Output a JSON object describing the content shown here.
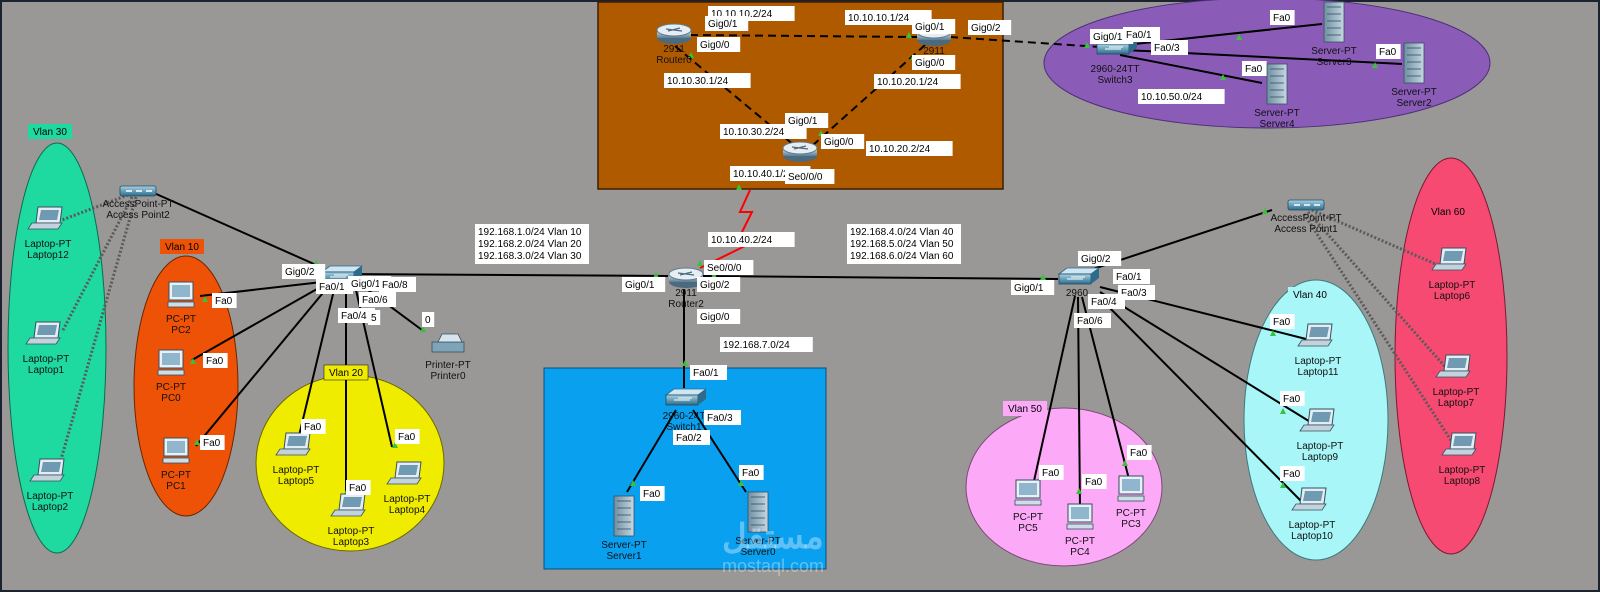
{
  "colors": {
    "canvas": "#9a9896",
    "router_zone": "#b05a00",
    "server_zone": "#0aa0f0",
    "vlan10": "#ee5206",
    "vlan20": "#f0ec00",
    "vlan30": "#1ed9a0",
    "vlan40": "#a8f6f8",
    "vlan50": "#fcaaf8",
    "vlan60": "#f74a72",
    "servers_purple": "#8a5cb8",
    "link": "#000000",
    "serial": "#ff0000"
  },
  "zones": [
    {
      "id": "vlan30",
      "label": "Vlan 30",
      "label_fill": "#1ed9a0"
    },
    {
      "id": "vlan10",
      "label": "Vlan 10",
      "label_fill": "#ee5206"
    },
    {
      "id": "vlan20",
      "label": "Vlan 20",
      "label_fill": "#f0ec00"
    },
    {
      "id": "vlan40",
      "label": "Vlan 40",
      "label_fill": "#a8f6f8"
    },
    {
      "id": "vlan50",
      "label": "Vlan 50",
      "label_fill": "#fcaaf8"
    },
    {
      "id": "vlan60",
      "label": "Vlan 60",
      "label_fill": "#f74a72"
    }
  ],
  "devices": [
    {
      "id": "router0",
      "kind": "router",
      "type": "2911",
      "name": "Router0"
    },
    {
      "id": "router1",
      "kind": "router",
      "type": "2911",
      "name": ""
    },
    {
      "id": "routerC",
      "kind": "router",
      "type": "",
      "name": ""
    },
    {
      "id": "router2",
      "kind": "router",
      "type": "2911",
      "name": "Router2"
    },
    {
      "id": "switch3",
      "kind": "switch",
      "type": "2960-24TT",
      "name": "Switch3"
    },
    {
      "id": "switchL",
      "kind": "switch",
      "type": "",
      "name": ""
    },
    {
      "id": "switchR",
      "kind": "switch",
      "type": "2960",
      "name": ""
    },
    {
      "id": "switch1",
      "kind": "switch",
      "type": "2960-24T",
      "name": "Switch1"
    },
    {
      "id": "ap2",
      "kind": "ap",
      "type": "AccessPoint-PT",
      "name": "Access Point2"
    },
    {
      "id": "ap1",
      "kind": "ap",
      "type": "AccessPoint-PT",
      "name": "Access Point1"
    },
    {
      "id": "server3",
      "kind": "server",
      "type": "Server-PT",
      "name": "Server3"
    },
    {
      "id": "server2",
      "kind": "server",
      "type": "Server-PT",
      "name": "Server2"
    },
    {
      "id": "server4",
      "kind": "server",
      "type": "Server-PT",
      "name": "Server4"
    },
    {
      "id": "server1",
      "kind": "server",
      "type": "Server-PT",
      "name": "Server1"
    },
    {
      "id": "server0",
      "kind": "server",
      "type": "Server-PT",
      "name": "Server0"
    },
    {
      "id": "printer0",
      "kind": "printer",
      "type": "Printer-PT",
      "name": "Printer0"
    },
    {
      "id": "pc2",
      "kind": "pc",
      "type": "PC-PT",
      "name": "PC2"
    },
    {
      "id": "pc0",
      "kind": "pc",
      "type": "PC-PT",
      "name": "PC0"
    },
    {
      "id": "pc1",
      "kind": "pc",
      "type": "PC-PT",
      "name": "PC1"
    },
    {
      "id": "pc5",
      "kind": "pc",
      "type": "PC-PT",
      "name": "PC5"
    },
    {
      "id": "pc4",
      "kind": "pc",
      "type": "PC-PT",
      "name": "PC4"
    },
    {
      "id": "pc3",
      "kind": "pc",
      "type": "PC-PT",
      "name": "PC3"
    },
    {
      "id": "laptop12",
      "kind": "laptop",
      "type": "Laptop-PT",
      "name": "Laptop12"
    },
    {
      "id": "laptop1",
      "kind": "laptop",
      "type": "Laptop-PT",
      "name": "Laptop1"
    },
    {
      "id": "laptop2",
      "kind": "laptop",
      "type": "Laptop-PT",
      "name": "Laptop2"
    },
    {
      "id": "laptop5",
      "kind": "laptop",
      "type": "Laptop-PT",
      "name": "Laptop5"
    },
    {
      "id": "laptop3",
      "kind": "laptop",
      "type": "Laptop-PT",
      "name": "Laptop3"
    },
    {
      "id": "laptop4",
      "kind": "laptop",
      "type": "Laptop-PT",
      "name": "Laptop4"
    },
    {
      "id": "laptop11",
      "kind": "laptop",
      "type": "Laptop-PT",
      "name": "Laptop11"
    },
    {
      "id": "laptop9",
      "kind": "laptop",
      "type": "Laptop-PT",
      "name": "Laptop9"
    },
    {
      "id": "laptop10",
      "kind": "laptop",
      "type": "Laptop-PT",
      "name": "Laptop10"
    },
    {
      "id": "laptop6",
      "kind": "laptop",
      "type": "Laptop-PT",
      "name": "Laptop6"
    },
    {
      "id": "laptop7",
      "kind": "laptop",
      "type": "Laptop-PT",
      "name": "Laptop7"
    },
    {
      "id": "laptop8",
      "kind": "laptop",
      "type": "Laptop-PT",
      "name": "Laptop8"
    }
  ],
  "port_labels": [
    "Gig0/1",
    "Gig0/0",
    "Gig0/1",
    "Gig0/0",
    "Gig0/2",
    "Gig0/1",
    "Gig0/0",
    "Se0/0/0",
    "Se0/0/0",
    "Gig0/1",
    "Gig0/2",
    "Gig0/0",
    "Gig0/2",
    "Fa0/1",
    "Gig0/1",
    "Fa0/8",
    "Fa0/6",
    "Fa0/4",
    "5",
    "0",
    "Fa0",
    "Fa0",
    "Fa0",
    "Fa0",
    "Fa0",
    "Fa0",
    "Gig0/1",
    "Gig0/2",
    "Fa0/1",
    "Fa0/3",
    "Fa0/4",
    "Fa0/6",
    "Fa0",
    "Fa0",
    "Fa0",
    "Fa0",
    "Fa0",
    "Fa0",
    "Fa0/1",
    "Fa0/3",
    "Fa0/2",
    "Fa0",
    "Fa0",
    "Gig0/1",
    "Fa0/1",
    "Fa0/3",
    "Fa0",
    "Fa0",
    "Fa0"
  ],
  "ip_labels": [
    "10.10.10.2/24",
    "10.10.10.1/24",
    "10.10.30.1/24",
    "10.10.20.1/24",
    "10.10.30.2/24",
    "10.10.20.2/24",
    "10.10.40.1/2",
    "10.10.40.2/24",
    "192.168.7.0/24",
    "10.10.50.0/24"
  ],
  "network_info_left": [
    "192.168.1.0/24  Vlan 10",
    "192.168.2.0/24  Vlan 20",
    "192.168.3.0/24  Vlan 30"
  ],
  "network_info_right": [
    "192.168.4.0/24  Vlan 40",
    "192.168.5.0/24  Vlan 50",
    "192.168.6.0/24  Vlan 60"
  ],
  "watermark": {
    "brand": "مستقل",
    "site": "mostaql.com"
  }
}
